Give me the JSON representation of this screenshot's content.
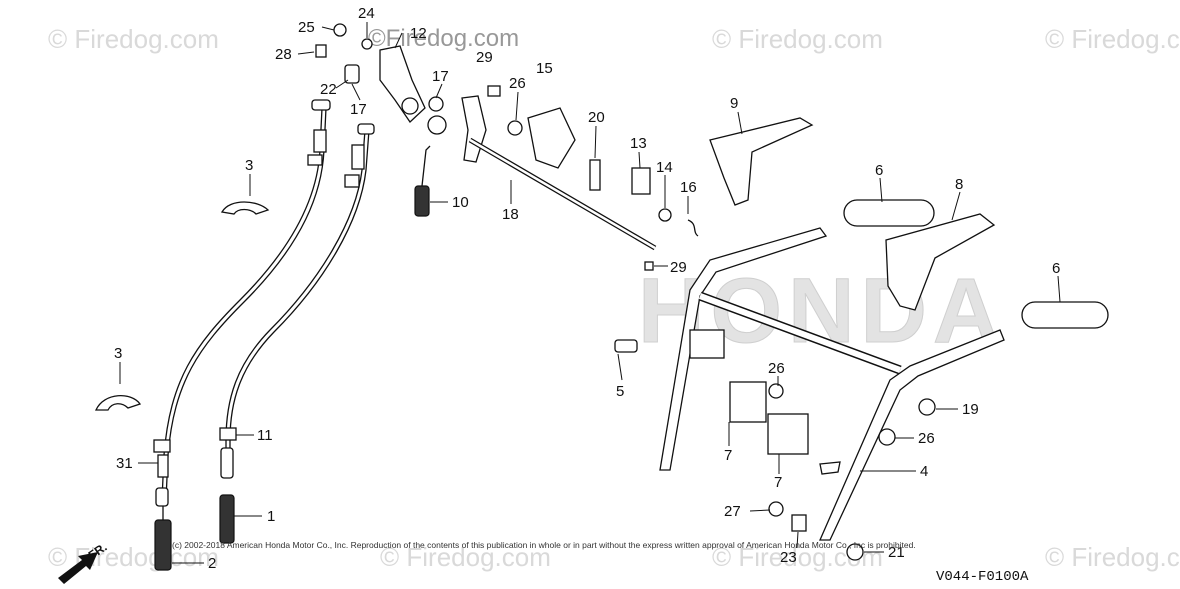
{
  "watermark": {
    "text": "© Firedog.com",
    "main_text": "©Firedog.com"
  },
  "brand_watermark": "HONDA",
  "copyright": "(c) 2002-2018 American Honda Motor Co., Inc. Reproduction of the contents of this publication in whole or in part without the express written approval of American Honda Motor Co., Inc is prohibited.",
  "diagram_code": "V044-F0100A",
  "front_marker": "FR.",
  "callouts": {
    "c25": "25",
    "c24": "24",
    "c12": "12",
    "c29a": "29",
    "c15": "15",
    "c28": "28",
    "c22": "22",
    "c17a": "17",
    "c17b": "17",
    "c26a": "26",
    "c20": "20",
    "c13": "13",
    "c14": "14",
    "c16": "16",
    "c9": "9",
    "c10": "10",
    "c18": "18",
    "c6a": "6",
    "c8": "8",
    "c3a": "3",
    "c29b": "29",
    "c6b": "6",
    "c3b": "3",
    "c5": "5",
    "c26b": "26",
    "c19": "19",
    "c26c": "26",
    "c11": "11",
    "c7a": "7",
    "c7b": "7",
    "c31": "31",
    "c4": "4",
    "c1": "1",
    "c27": "27",
    "c2": "2",
    "c23": "23",
    "c21": "21"
  }
}
